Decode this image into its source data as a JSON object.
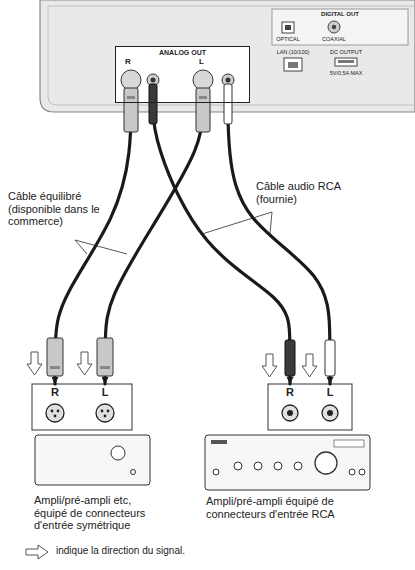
{
  "diagram": {
    "nodes": [
      {
        "text": [
          "ANALOG OUT",
          "R",
          "L"
        ]
      },
      {
        "text": [
          "Ampli/pré-ampli etc, équipé de connecteurs d'entrée symétrique"
        ]
      },
      {
        "text": [
          "Ampli/pré-ampli équipé de connecteurs d'entrée RCA"
        ]
      }
    ],
    "edges": [
      {
        "from": 0,
        "to": 1,
        "arrow": "to"
      },
      {
        "from": 0,
        "to": 1,
        "arrow": "to"
      },
      {
        "from": 0,
        "to": 2,
        "arrow": "to"
      },
      {
        "from": 0,
        "to": 2,
        "arrow": "to"
      }
    ],
    "labels": [
      "Câble équilibré (disponible dans le commerce)",
      "Câble audio RCA (fournie)",
      "DIGITAL OUT",
      "OPTICAL",
      "COAXIAL",
      "LAN (10/100)",
      "DC OUTPUT",
      "5V/0.5A MAX",
      "R",
      "L",
      "R",
      "L"
    ],
    "legend": [
      {
        "text": "indique la direction du signal."
      }
    ]
  }
}
